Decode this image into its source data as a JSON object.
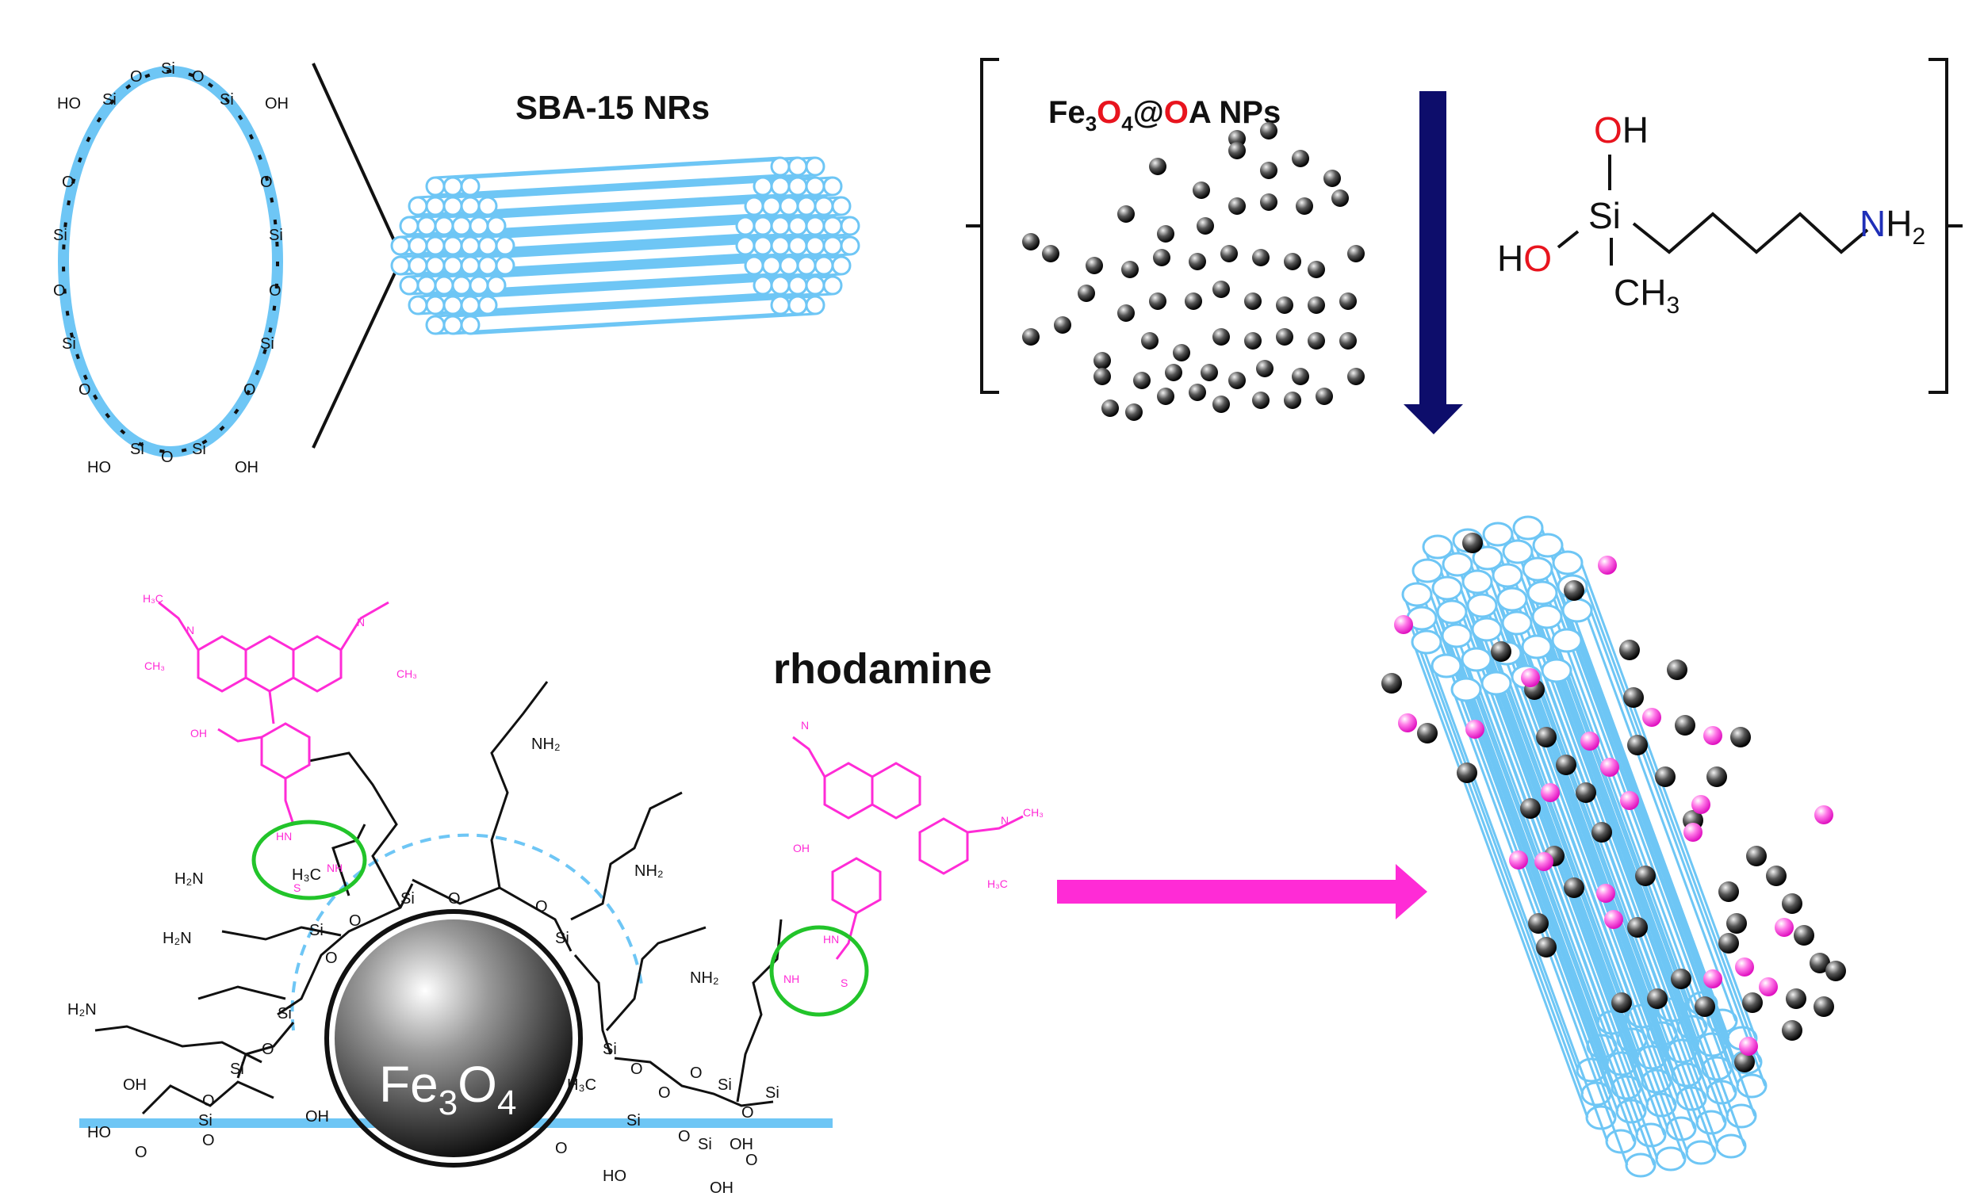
{
  "labels": {
    "sba15": "SBA-15 NRs",
    "fe3o4_oa": {
      "a": "Fe",
      "b": "3",
      "c": "O",
      "d": "4",
      "e": "@",
      "f": "O",
      "g": "A NPs"
    },
    "rhodamine": "rhodamine",
    "core": {
      "a": "Fe",
      "b": "3",
      "c": "O",
      "d": "4"
    }
  },
  "silane": {
    "oh_top": "OH",
    "si": "Si",
    "ho": {
      "h": "H",
      "o": "O"
    },
    "ch3": {
      "a": "CH",
      "b": "3"
    },
    "nh2": {
      "n": "N",
      "h": "H",
      "sub": "2"
    }
  },
  "small": {
    "oh": "OH",
    "ho": "HO",
    "si": "Si",
    "o": "O",
    "h2n": "H₂N",
    "nh2": "NH₂",
    "h3c": "H₃C",
    "hn": "HN",
    "nh": "NH",
    "s": "S",
    "n": "N",
    "ch3": "CH₃"
  },
  "colors": {
    "silica_blue": "#6ec6f5",
    "dark_arrow": "#0d0d6b",
    "magenta": "#ff2bd6",
    "green_ring": "#22c42a",
    "red_o": "#e8141e",
    "blue_n": "#1f2fb8"
  }
}
